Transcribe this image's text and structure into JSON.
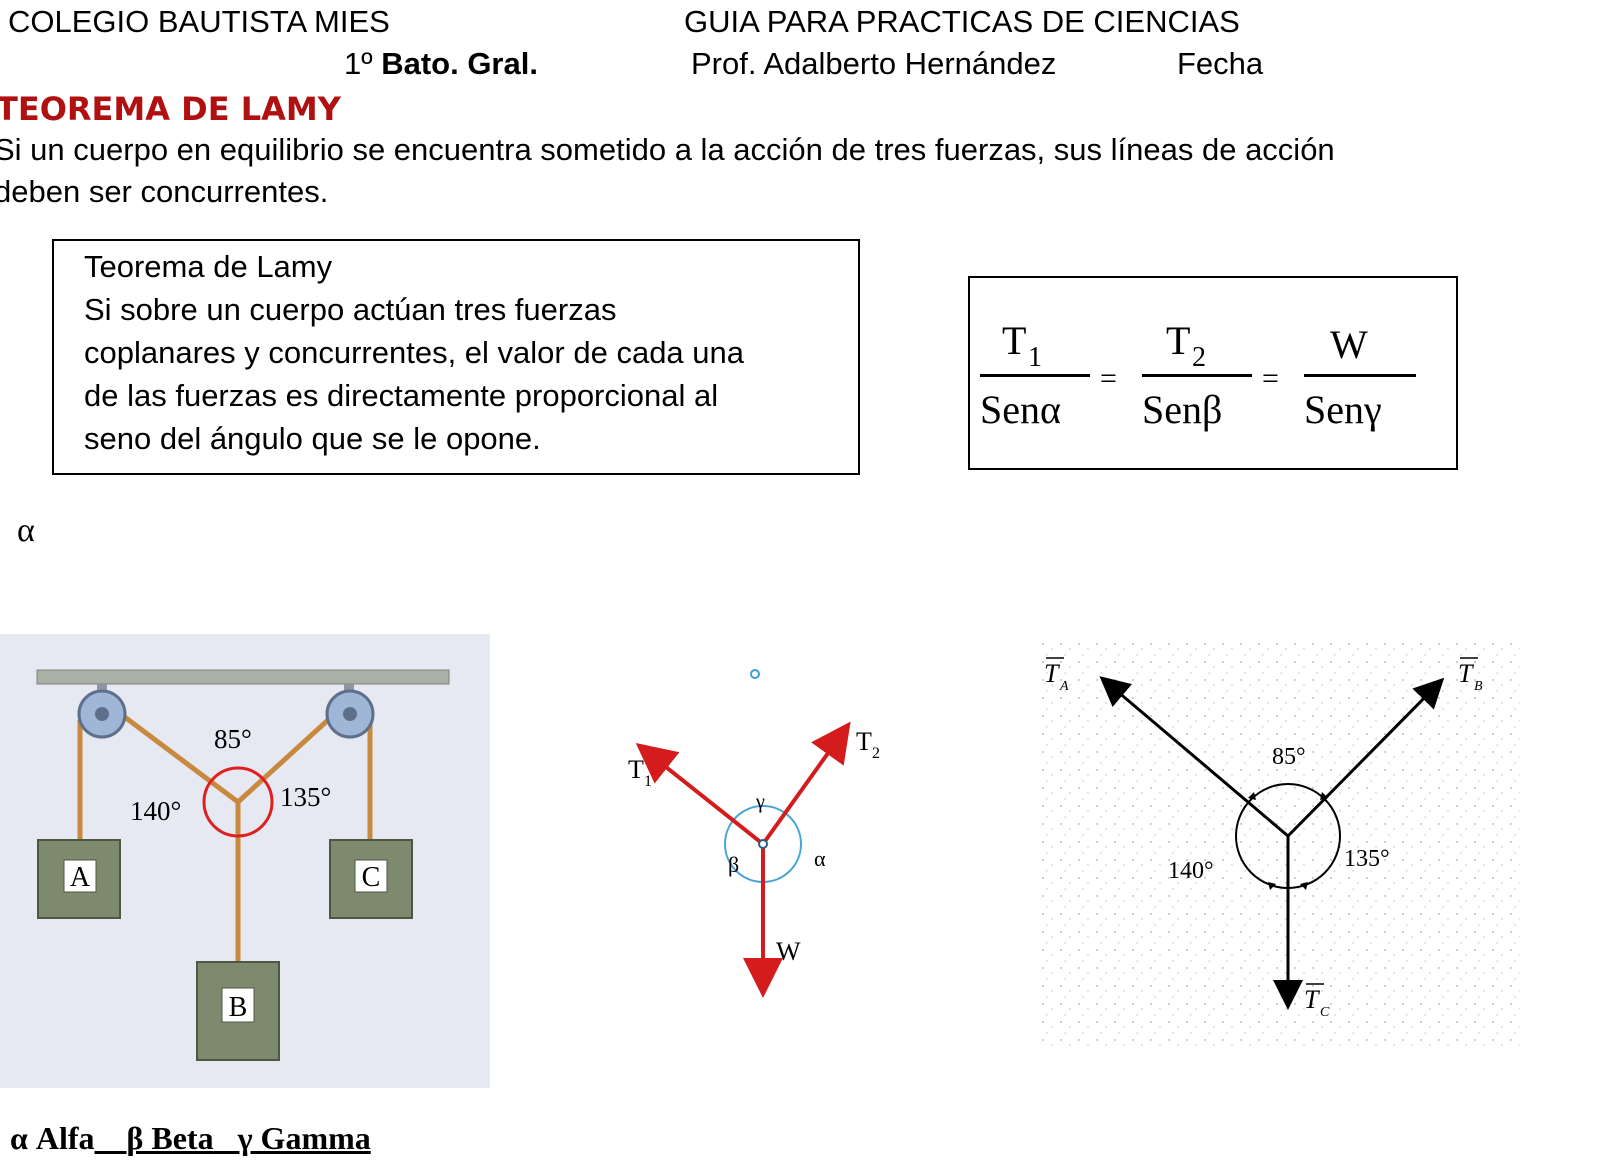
{
  "header": {
    "school": "COLEGIO BAUTISTA MIES",
    "guide": "GUIA PARA PRACTICAS DE CIENCIAS",
    "grade_prefix": "1º",
    "grade": "Bato. Gral.",
    "teacher": "Prof. Adalberto Hernández",
    "date_label": "Fecha"
  },
  "section": {
    "title": "TEOREMA DE LAMY",
    "intro_line1": "Si un cuerpo en equilibrio se encuentra sometido a la acción de tres fuerzas, sus líneas de acción",
    "intro_line2": "deben ser concurrentes."
  },
  "definition_box": {
    "lines": [
      "Teorema de Lamy",
      "Si sobre un cuerpo actúan tres fuerzas",
      "coplanares y concurrentes, el valor de cada una",
      "de las fuerzas es directamente proporcional al",
      "seno del ángulo que se le opone."
    ]
  },
  "formula": {
    "num1": "T",
    "sub1": "1",
    "den1": "Senα",
    "num2": "T",
    "sub2": "2",
    "den2": "Senβ",
    "num3": "W",
    "den3": "Senγ",
    "equals": "="
  },
  "stray_symbol": "α",
  "figure1": {
    "blocks": [
      "A",
      "B",
      "C"
    ],
    "angles": [
      "85°",
      "140°",
      "135°"
    ]
  },
  "figure2": {
    "labels": {
      "t1": "T",
      "t1_sub": "1",
      "t2": "T",
      "t2_sub": "2",
      "w": "W",
      "alpha": "α",
      "beta": "β",
      "gamma": "γ"
    }
  },
  "figure3": {
    "labels": {
      "ta": "T",
      "ta_sub": "A",
      "tb": "T",
      "tb_sub": "B",
      "tc": "T",
      "tc_sub": "C"
    },
    "angles": [
      "85°",
      "140°",
      "135°"
    ]
  },
  "legend": {
    "alpha": "α Alfa",
    "beta": "β Beta",
    "gamma": "γ Gamma"
  }
}
